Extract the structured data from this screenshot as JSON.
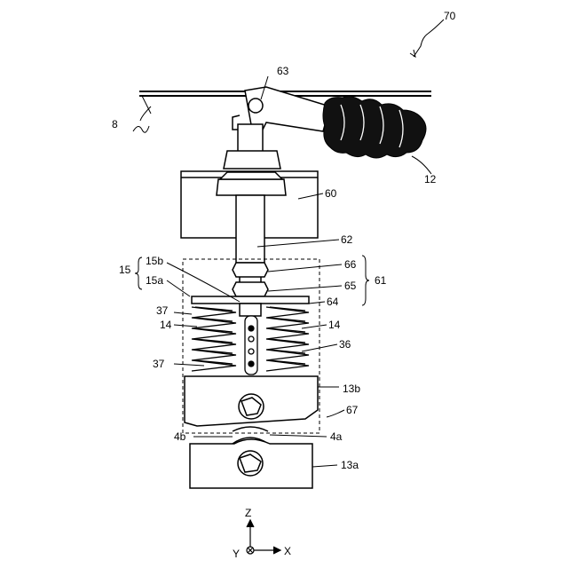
{
  "figure": {
    "labels": {
      "l70": "70",
      "l8": "8",
      "l63": "63",
      "l12": "12",
      "l60": "60",
      "l62": "62",
      "l15": "15",
      "l15b": "15b",
      "l15a": "15a",
      "l66": "66",
      "l65": "65",
      "l61": "61",
      "l64": "64",
      "l37top": "37",
      "l14left": "14",
      "l14right": "14",
      "l36": "36",
      "l37bot": "37",
      "l13b": "13b",
      "l67": "67",
      "l4b": "4b",
      "l4a": "4a",
      "l13a": "13a"
    },
    "axes": {
      "z": "Z",
      "x": "X",
      "y": "Y"
    }
  }
}
